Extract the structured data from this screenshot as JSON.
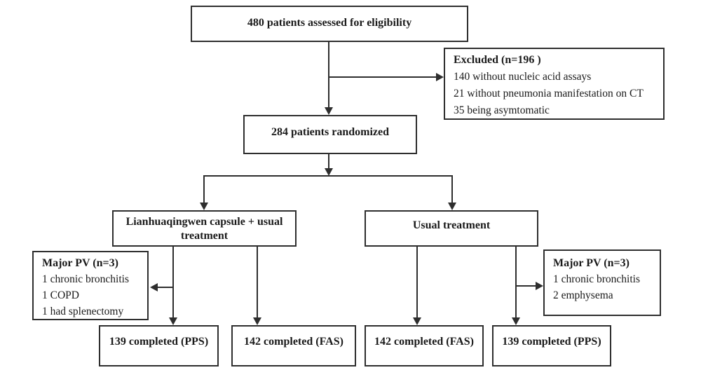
{
  "colors": {
    "line": "#2e2e2e",
    "border": "#2e2e2e",
    "text": "#1a1a1a",
    "background": "#ffffff"
  },
  "diagram": {
    "eligibility": {
      "label": "480 patients assessed for eligibility"
    },
    "excluded": {
      "title": "Excluded (n=196 )",
      "items": [
        "140 without nucleic acid assays",
        "21 without pneumonia manifestation on CT",
        "35 being asymtomatic"
      ]
    },
    "randomized": {
      "label": "284 patients randomized"
    },
    "arm_left": {
      "label": "Lianhuaqingwen capsule + usual treatment"
    },
    "arm_right": {
      "label": "Usual treatment"
    },
    "pv_left": {
      "title": "Major PV (n=3)",
      "items": [
        "1 chronic bronchitis",
        "1 COPD",
        "1 had splenectomy"
      ]
    },
    "pv_right": {
      "title": "Major PV (n=3)",
      "items": [
        "1 chronic bronchitis",
        "2 emphysema"
      ]
    },
    "outcomes": [
      {
        "label": "139 completed (PPS)"
      },
      {
        "label": "142 completed (FAS)"
      },
      {
        "label": "142 completed (FAS)"
      },
      {
        "label": "139 completed (PPS)"
      }
    ]
  }
}
